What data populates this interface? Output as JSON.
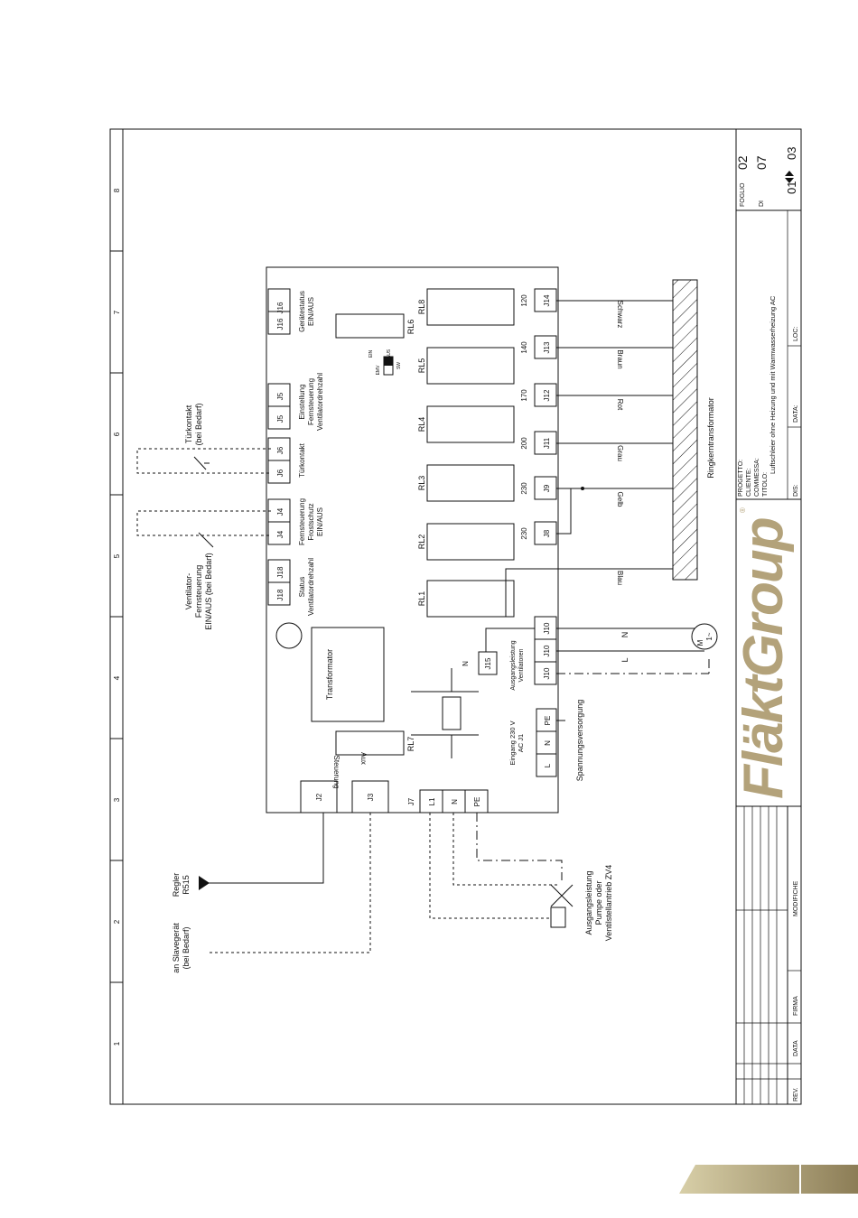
{
  "colors": {
    "brand_gold": "#b3a27a",
    "tab_light": "#d8cfa8",
    "tab_dark": "#8c7d56"
  },
  "frame": {
    "columns": [
      "1",
      "2",
      "3",
      "4",
      "5",
      "6",
      "7",
      "8"
    ]
  },
  "board": {
    "connectors_top": [
      "J16",
      "J16",
      "J5",
      "J5",
      "J6",
      "J6",
      "J4",
      "J4",
      "J18",
      "J18"
    ],
    "relays": [
      "RL1",
      "RL2",
      "RL3",
      "RL4",
      "RL5",
      "RL6",
      "RL7",
      "RL8"
    ],
    "transformator": "Transformator",
    "dip_labels": [
      "EIN",
      "AUS"
    ],
    "dip_sw": "SW",
    "dip_emv": "EMV",
    "connectors_right": [
      "J14",
      "J13",
      "J12",
      "J11",
      "J9",
      "J8"
    ],
    "values": [
      "120",
      "140",
      "170",
      "200",
      "230",
      "230"
    ],
    "j15": "J15",
    "n_j15": "N",
    "j10": [
      "J10",
      "J10",
      "J10"
    ],
    "supply_terms": [
      "L",
      "N",
      "PE"
    ],
    "j2": "J2",
    "j3": "J3",
    "j7": "J7",
    "j7_terms": [
      "L1",
      "N",
      "PE"
    ],
    "steuerung": "Steuerung",
    "aux": "Aux"
  },
  "labels": {
    "geratestatus": [
      "Gerätestatus",
      "EIN/AUS"
    ],
    "einstellung": [
      "Einstellung",
      "Fernsteuerung",
      "Ventilatordrehzahl"
    ],
    "turkontakt_j6": "Türkontakt",
    "fernsteuerung_j4": [
      "Fernsteuerung",
      "Frostschutz",
      "EIN/AUS"
    ],
    "status_j18": [
      "Status",
      "Ventilatordrehzahl"
    ],
    "turkontakt_ext": [
      "Türkontakt",
      "(bei Bedarf)"
    ],
    "ventilator_ext": [
      "Ventilator-",
      "Fernsteuerung",
      "EIN/AUS (bei Bedarf)"
    ],
    "regler": [
      "Regler",
      "R515"
    ],
    "slave": [
      "an Slavegerät",
      "(bei Bedarf)"
    ],
    "ausgang_pumpe": [
      "Ausgangsleistung",
      "Pumpe oder",
      "Ventilstellantrieb ZV4"
    ],
    "ausgang_vent": [
      "Ausgangsleistung",
      "Ventilatoren"
    ],
    "eingang": [
      "Eingang 230 V",
      "AC J1"
    ],
    "spannung": "Spannungsversorgung",
    "ringkern": "Ringkerntransformator",
    "wires": [
      "Schwarz",
      "Braun",
      "Rot",
      "Grau",
      "Gelb",
      "Blau"
    ],
    "motor": "M",
    "motor_ac": "1~",
    "motor_n": "N",
    "motor_l": "L"
  },
  "title_block": {
    "foglio_label": "FOGLIO",
    "foglio": "02",
    "di_label": "DI",
    "di": "07",
    "pages": "01",
    "pages2": "03",
    "progetto": "PROGETTO:",
    "cliente": "CLIENTE:",
    "commessa": "COMMESSA:",
    "titolo_label": "TITOLO:",
    "titolo": "Luftschleier ohne Heizung und mit Warmwasserheizung AC",
    "dis": "DIS:",
    "data": "DATA:",
    "loc": "LOC:",
    "rev": "REV.",
    "data2": "DATA",
    "firma": "FIRMA",
    "modifiche": "MODIFICHE",
    "brand": "FläktGroup",
    "registered": "®"
  }
}
